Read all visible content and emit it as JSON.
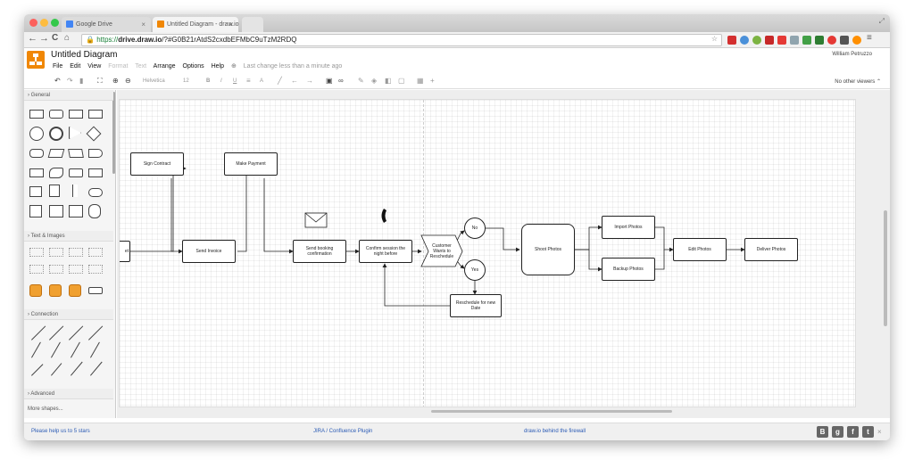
{
  "browser": {
    "tabs": [
      {
        "title": "Google Drive",
        "active": false
      },
      {
        "title": "Untitled Diagram - draw.io",
        "active": true
      }
    ],
    "url_scheme": "https://",
    "url_host": "drive.draw.io",
    "url_path": "/?#G0B21rAtdS2cxdbEFMbC9uTzM2RDQ"
  },
  "app": {
    "title": "Untitled Diagram",
    "user": "William Petruzzo",
    "menu": [
      "File",
      "Edit",
      "View",
      "Format",
      "Text",
      "Arrange",
      "Options",
      "Help"
    ],
    "menu_disabled": [
      "Format",
      "Text"
    ],
    "last_change": "Last change less than a minute ago",
    "viewers": "No other viewers",
    "font_name": "Helvetica",
    "font_size": "12"
  },
  "sidebar": {
    "sections": [
      "General",
      "Text & Images",
      "Connection",
      "Advanced"
    ],
    "more_shapes": "More shapes..."
  },
  "diagram": {
    "nodes": {
      "sign_contract": "Sign Contract",
      "make_payment": "Make Payment",
      "send_invoice": "Send Invoice",
      "send_booking": "Send booking confirmation",
      "confirm_session": "Confirm session the night before",
      "customer_wants": "Customer Wants to Reschedule",
      "no": "No",
      "yes": "Yes",
      "reschedule": "Reschedule for new Date",
      "shoot_photos": "Shoot Photos",
      "import_photos": "Import Photos",
      "backup_photos": "Backup Photos",
      "edit_photos": "Edit Photos",
      "deliver_photos": "Deliver Photos",
      "partial_left": "et"
    }
  },
  "footer": {
    "rate_link": "Please help us to 5 stars",
    "jira_link": "JIRA / Confluence Plugin",
    "firewall_link": "draw.io behind the firewall"
  },
  "colors": {
    "brand": "#f08705",
    "link": "#2b5bb5"
  }
}
